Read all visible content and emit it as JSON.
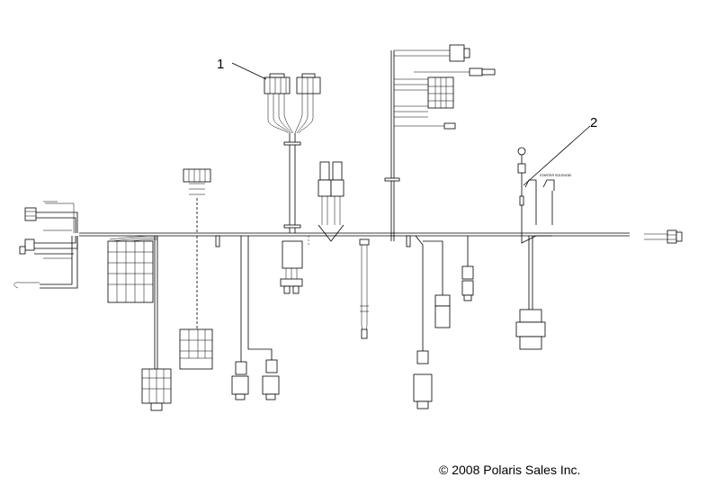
{
  "callouts": {
    "one": "1",
    "two": "2"
  },
  "labels": {
    "starter_solenoid": "STARTER SOLENOID"
  },
  "footer": {
    "copyright": "© 2008 Polaris Sales Inc."
  }
}
